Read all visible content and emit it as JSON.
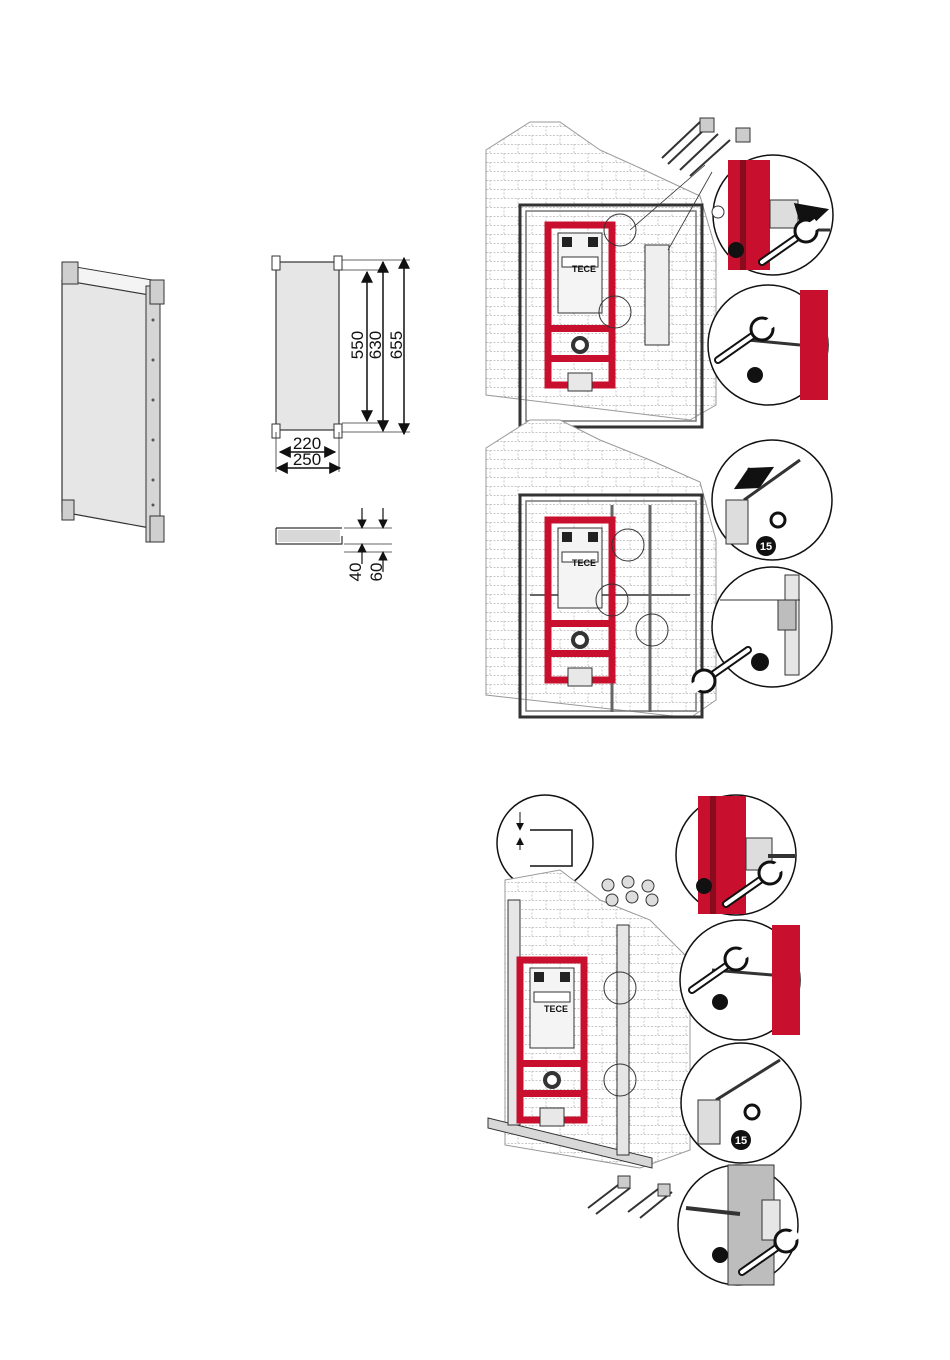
{
  "dimensions": {
    "height_inner": "550",
    "height_mid": "630",
    "height_outer": "655",
    "width_inner": "220",
    "width_outer": "250",
    "depth_flange": "40",
    "depth_total": "60"
  },
  "brand": "TECE",
  "wrench_size": "15",
  "colors": {
    "frame_red": "#c8102e",
    "metal_gray": "#bfbfbf",
    "wall_line": "#9a9a9a",
    "arrow_red": "#e03a3a"
  },
  "icons": [
    "wrench-icon",
    "bolt-icon",
    "rotate-arrow-icon",
    "red-arrow-icon"
  ]
}
